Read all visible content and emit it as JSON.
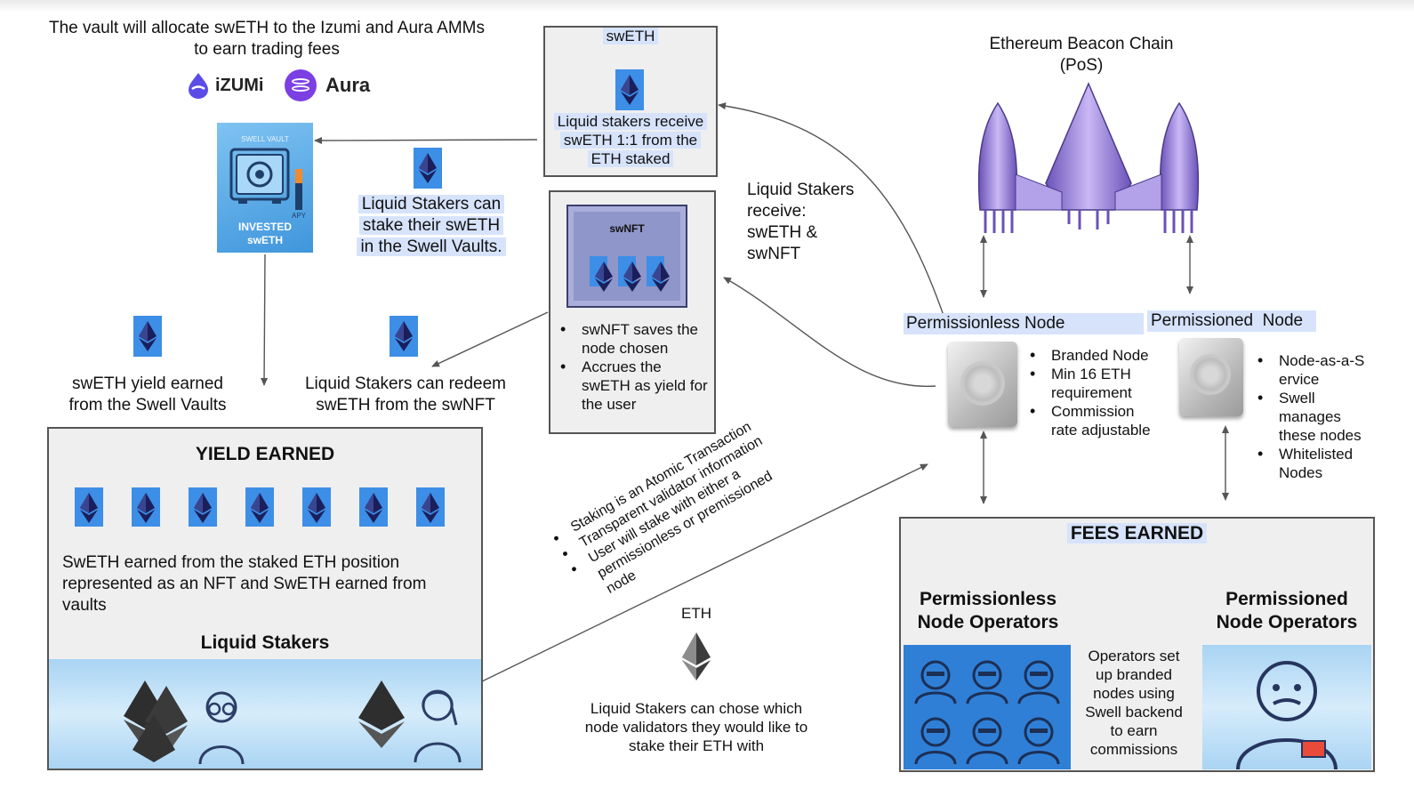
{
  "top_text": {
    "line1": "The vault will allocate swETH to the Izumi and Aura AMMs",
    "line2": "to earn trading fees",
    "izumi_logo": "iZUMi",
    "aura_logo": "Aura"
  },
  "vault_card": {
    "title": "SWELL VAULT",
    "apy": "APY",
    "invested": "INVESTED",
    "sweth": "swETH"
  },
  "sweth_box": {
    "title": "swETH",
    "line1": "Liquid stakers receive",
    "line2": "swETH 1:1 from the",
    "line3": "ETH staked"
  },
  "stake_vaults_text": {
    "line1": "Liquid Stakers can",
    "line2": "stake their swETH",
    "line3": "in the Swell Vaults."
  },
  "swnft_box": {
    "card_title": "swNFT",
    "bullets": [
      "swNFT saves the node chosen",
      "Accrues the swETH as yield for the user"
    ]
  },
  "receive_text": {
    "line1": "Liquid Stakers",
    "line2": "receive:",
    "line3": "swETH &",
    "line4": "swNFT"
  },
  "beacon": {
    "line1": "Ethereum Beacon Chain",
    "line2": "(PoS)"
  },
  "yield_text": {
    "line1": "swETH yield earned",
    "line2": "from the Swell Vaults"
  },
  "redeem_text": {
    "line1": "Liquid Stakers can redeem",
    "line2": "swETH from the swNFT"
  },
  "permissionless": {
    "title": "Permissionless Node",
    "bullets": [
      "Branded Node",
      "Min 16 ETH requirement",
      "Commission rate adjustable"
    ]
  },
  "permissioned": {
    "title": "Permissioned  Node",
    "bullets": [
      "Node-as-a-Service",
      "Swell manages these nodes",
      "Whitelisted Nodes"
    ]
  },
  "yield_box": {
    "title": "YIELD EARNED",
    "description": "SwETH earned from the staked ETH position represented as an NFT and SwETH earned from vaults",
    "stakers": "Liquid Stakers"
  },
  "rotated_list": {
    "items": [
      "Staking is an Atomic Transaction",
      "Transparent validator information",
      "User will stake with either a permissionless or premissioned node"
    ]
  },
  "eth_label": "ETH",
  "choose_text": {
    "line1": "Liquid Stakers can chose which",
    "line2": "node validators they would like to",
    "line3": "stake their ETH with"
  },
  "fees_box": {
    "title": "FEES EARNED",
    "left_title1": "Permissionless",
    "left_title2": "Node Operators",
    "right_title1": "Permissioned",
    "right_title2": "Node Operators",
    "middle": [
      "Operators set",
      "up branded",
      "nodes using",
      "Swell backend",
      "to earn",
      "commissions"
    ]
  },
  "colors": {
    "highlight": "#d6e3fb",
    "eth_tile": "#3d8ee6",
    "eth_diamond": "#1a1f5c",
    "box_bg": "#efefef",
    "nft_card": "#8f96c9",
    "operator_blue": "#2f7fd6"
  }
}
